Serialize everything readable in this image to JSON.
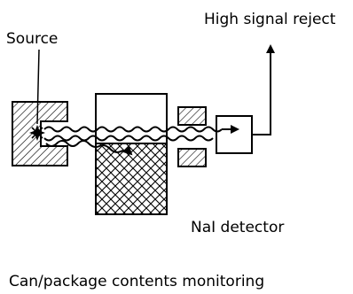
{
  "labels": {
    "source": "Source",
    "reject": "High signal reject",
    "detector": "NaI detector",
    "caption": "Can/package contents monitoring"
  },
  "colors": {
    "line": "#000000",
    "background": "#ffffff"
  }
}
